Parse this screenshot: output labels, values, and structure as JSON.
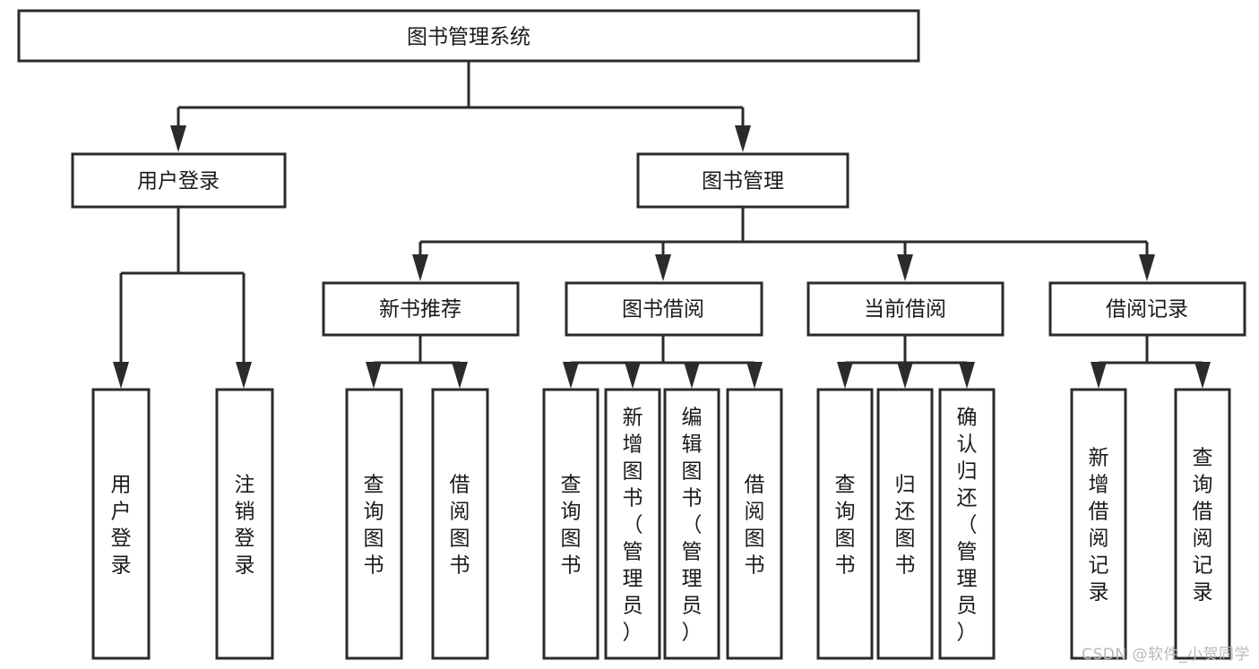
{
  "diagram": {
    "type": "tree-hierarchy",
    "title": "图书管理系统",
    "watermark": "CSDN @软件_小贺同学",
    "colors": {
      "stroke": "#2b2b2b",
      "fill": "#ffffff",
      "text": "#1a1a1a",
      "watermark": "#b9b9b9"
    },
    "levels": {
      "root": {
        "label": "图书管理系统",
        "orientation": "horizontal"
      },
      "level1": [
        {
          "id": "user-login",
          "label": "用户登录",
          "orientation": "horizontal"
        },
        {
          "id": "book-manage",
          "label": "图书管理",
          "orientation": "horizontal"
        }
      ],
      "level2": [
        {
          "id": "new-book-recommend",
          "label": "新书推荐",
          "orientation": "horizontal",
          "parent": "book-manage"
        },
        {
          "id": "book-borrow",
          "label": "图书借阅",
          "orientation": "horizontal",
          "parent": "book-manage"
        },
        {
          "id": "current-borrow",
          "label": "当前借阅",
          "orientation": "horizontal",
          "parent": "book-manage"
        },
        {
          "id": "borrow-record",
          "label": "借阅记录",
          "orientation": "horizontal",
          "parent": "book-manage"
        }
      ],
      "leaves": [
        {
          "id": "leaf-user-login",
          "label": "用户登录",
          "orientation": "vertical",
          "parent": "user-login"
        },
        {
          "id": "leaf-logout-login",
          "label": "注销登录",
          "orientation": "vertical",
          "parent": "user-login"
        },
        {
          "id": "leaf-query-book-1",
          "label": "查询图书",
          "orientation": "vertical",
          "parent": "new-book-recommend"
        },
        {
          "id": "leaf-borrow-book-1",
          "label": "借阅图书",
          "orientation": "vertical",
          "parent": "new-book-recommend"
        },
        {
          "id": "leaf-query-book-2",
          "label": "查询图书",
          "orientation": "vertical",
          "parent": "book-borrow"
        },
        {
          "id": "leaf-add-book",
          "label": "新增图书（管理员）",
          "orientation": "vertical",
          "parent": "book-borrow"
        },
        {
          "id": "leaf-edit-book",
          "label": "编辑图书（管理员）",
          "orientation": "vertical",
          "parent": "book-borrow"
        },
        {
          "id": "leaf-borrow-book-2",
          "label": "借阅图书",
          "orientation": "vertical",
          "parent": "book-borrow"
        },
        {
          "id": "leaf-query-book-3",
          "label": "查询图书",
          "orientation": "vertical",
          "parent": "current-borrow"
        },
        {
          "id": "leaf-return-book",
          "label": "归还图书",
          "orientation": "vertical",
          "parent": "current-borrow"
        },
        {
          "id": "leaf-confirm-return",
          "label": "确认归还（管理员）",
          "orientation": "vertical",
          "parent": "current-borrow"
        },
        {
          "id": "leaf-add-record",
          "label": "新增借阅记录",
          "orientation": "vertical",
          "parent": "borrow-record"
        },
        {
          "id": "leaf-query-record",
          "label": "查询借阅记录",
          "orientation": "vertical",
          "parent": "borrow-record"
        }
      ]
    }
  }
}
